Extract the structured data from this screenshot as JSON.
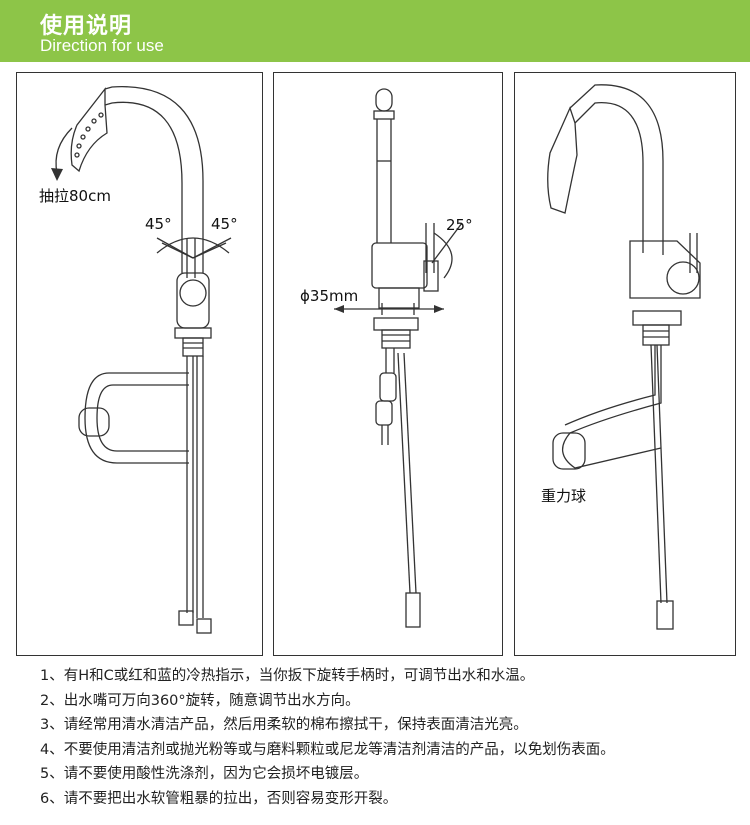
{
  "header": {
    "title_cn": "使用说明",
    "title_en": "Direction for use"
  },
  "panels": {
    "panel1": {
      "pull_label": "抽拉80cm",
      "angle_left": "45°",
      "angle_right": "45°"
    },
    "panel2": {
      "angle": "25°",
      "diameter": "ϕ35mm"
    },
    "panel3": {
      "weight_ball": "重力球"
    }
  },
  "notes": [
    "1、有H和C或红和蓝的冷热指示，当你扳下旋转手柄时，可调节出水和水温。",
    "2、出水嘴可万向360°旋转，随意调节出水方向。",
    "3、请经常用清水清洁产品，然后用柔软的棉布擦拭干，保持表面清洁光亮。",
    "4、不要使用清洁剂或抛光粉等或与磨料颗粒或尼龙等清洁剂清洁的产品，以免划伤表面。",
    "5、请不要使用酸性洗涤剂，因为它会损坏电镀层。",
    "6、请不要把出水软管粗暴的拉出，否则容易变形开裂。"
  ],
  "colors": {
    "header_bg": "#8dc548",
    "line": "#333333"
  }
}
